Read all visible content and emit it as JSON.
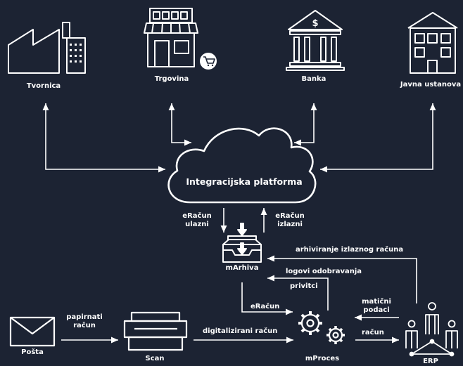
{
  "colors": {
    "background": "#1c2333",
    "foreground": "#ffffff"
  },
  "nodes": {
    "factory": {
      "label": "Tvornica",
      "icon": "factory-icon"
    },
    "shop": {
      "label": "Trgovina",
      "icon": "shop-icon"
    },
    "bank": {
      "label": "Banka",
      "icon": "bank-icon"
    },
    "public": {
      "label": "Javna ustanova",
      "icon": "public-building-icon"
    },
    "platform": {
      "label": "Integracijska platforma",
      "icon": "cloud-icon"
    },
    "marhiva": {
      "label": "mArhiva",
      "icon": "archive-inbox-icon"
    },
    "post": {
      "label": "Pošta",
      "icon": "envelope-icon"
    },
    "scan": {
      "label": "Scan",
      "icon": "scanner-icon"
    },
    "mproces": {
      "label": "mProces",
      "icon": "gears-icon"
    },
    "erp": {
      "label": "ERP",
      "icon": "people-network-icon"
    }
  },
  "edges": {
    "eracun_ulazni": [
      "eRačun",
      "ulazni"
    ],
    "eracun_izlazni": [
      "eRačun",
      "izlazni"
    ],
    "arhiviranje": "arhiviranje izlaznog računa",
    "logovi": "logovi odobravanja",
    "privitci": "privitci",
    "eracun": "eRačun",
    "maticni": [
      "matični",
      "podaci"
    ],
    "racun": "račun",
    "papirnati": [
      "papirnati",
      "račun"
    ],
    "digitalizirani": "digitalizirani račun"
  }
}
